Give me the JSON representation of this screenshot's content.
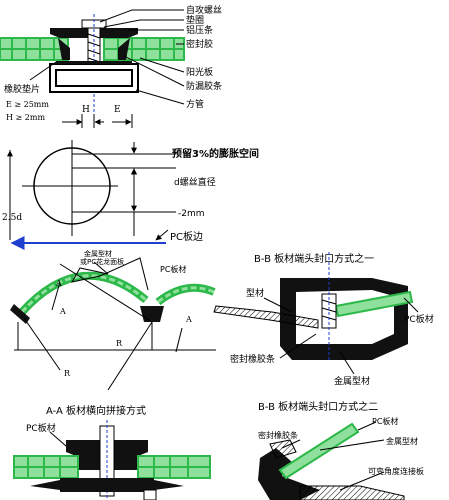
{
  "panel1": {
    "callouts": [
      "自攻螺丝",
      "垫圈",
      "铝压条",
      "密封胶",
      "阳光板",
      "防漏胶条",
      "方管"
    ],
    "gasket_label": "橡胶垫片",
    "formula_e": "E ≥ 25mm",
    "formula_h": "H ≥ 2mm",
    "dim_h": "H",
    "dim_e": "E"
  },
  "panel2": {
    "expansion_label": "预留3%的膨胀空间",
    "screw_dia_label": "d螺丝直径",
    "gap_label": "-2mm",
    "edge_dist_label": "2.5d",
    "pc_edge_label": "PC板边"
  },
  "panel3": {
    "metal_label": "金属型材\n或PC花龙面板",
    "pc_label": "PC板材",
    "mark_a1": "A",
    "mark_a2": "A",
    "mark_a3": "A",
    "mark_r1": "R",
    "mark_r2": "R",
    "caption": "A-A 板材横向拼接方式"
  },
  "panel4": {
    "title": "B-B 板材端头封口方式之一",
    "profile_label": "型材",
    "pc_label": "PC板材",
    "seal_label": "密封橡胶条",
    "metal_label": "金属型材"
  },
  "panel5": {
    "pc_label": "PC板材"
  },
  "panel6": {
    "title": "B-B 板材端头封口方式之二",
    "seal_label": "密封橡胶条",
    "pc_label": "PC板材",
    "metal_label": "金属型材",
    "adj_label": "可变角度连接板"
  },
  "colors": {
    "pc_green": "#2db84a",
    "pc_green_light": "#8fe09c",
    "black": "#000000",
    "blue": "#1f3fcf"
  }
}
